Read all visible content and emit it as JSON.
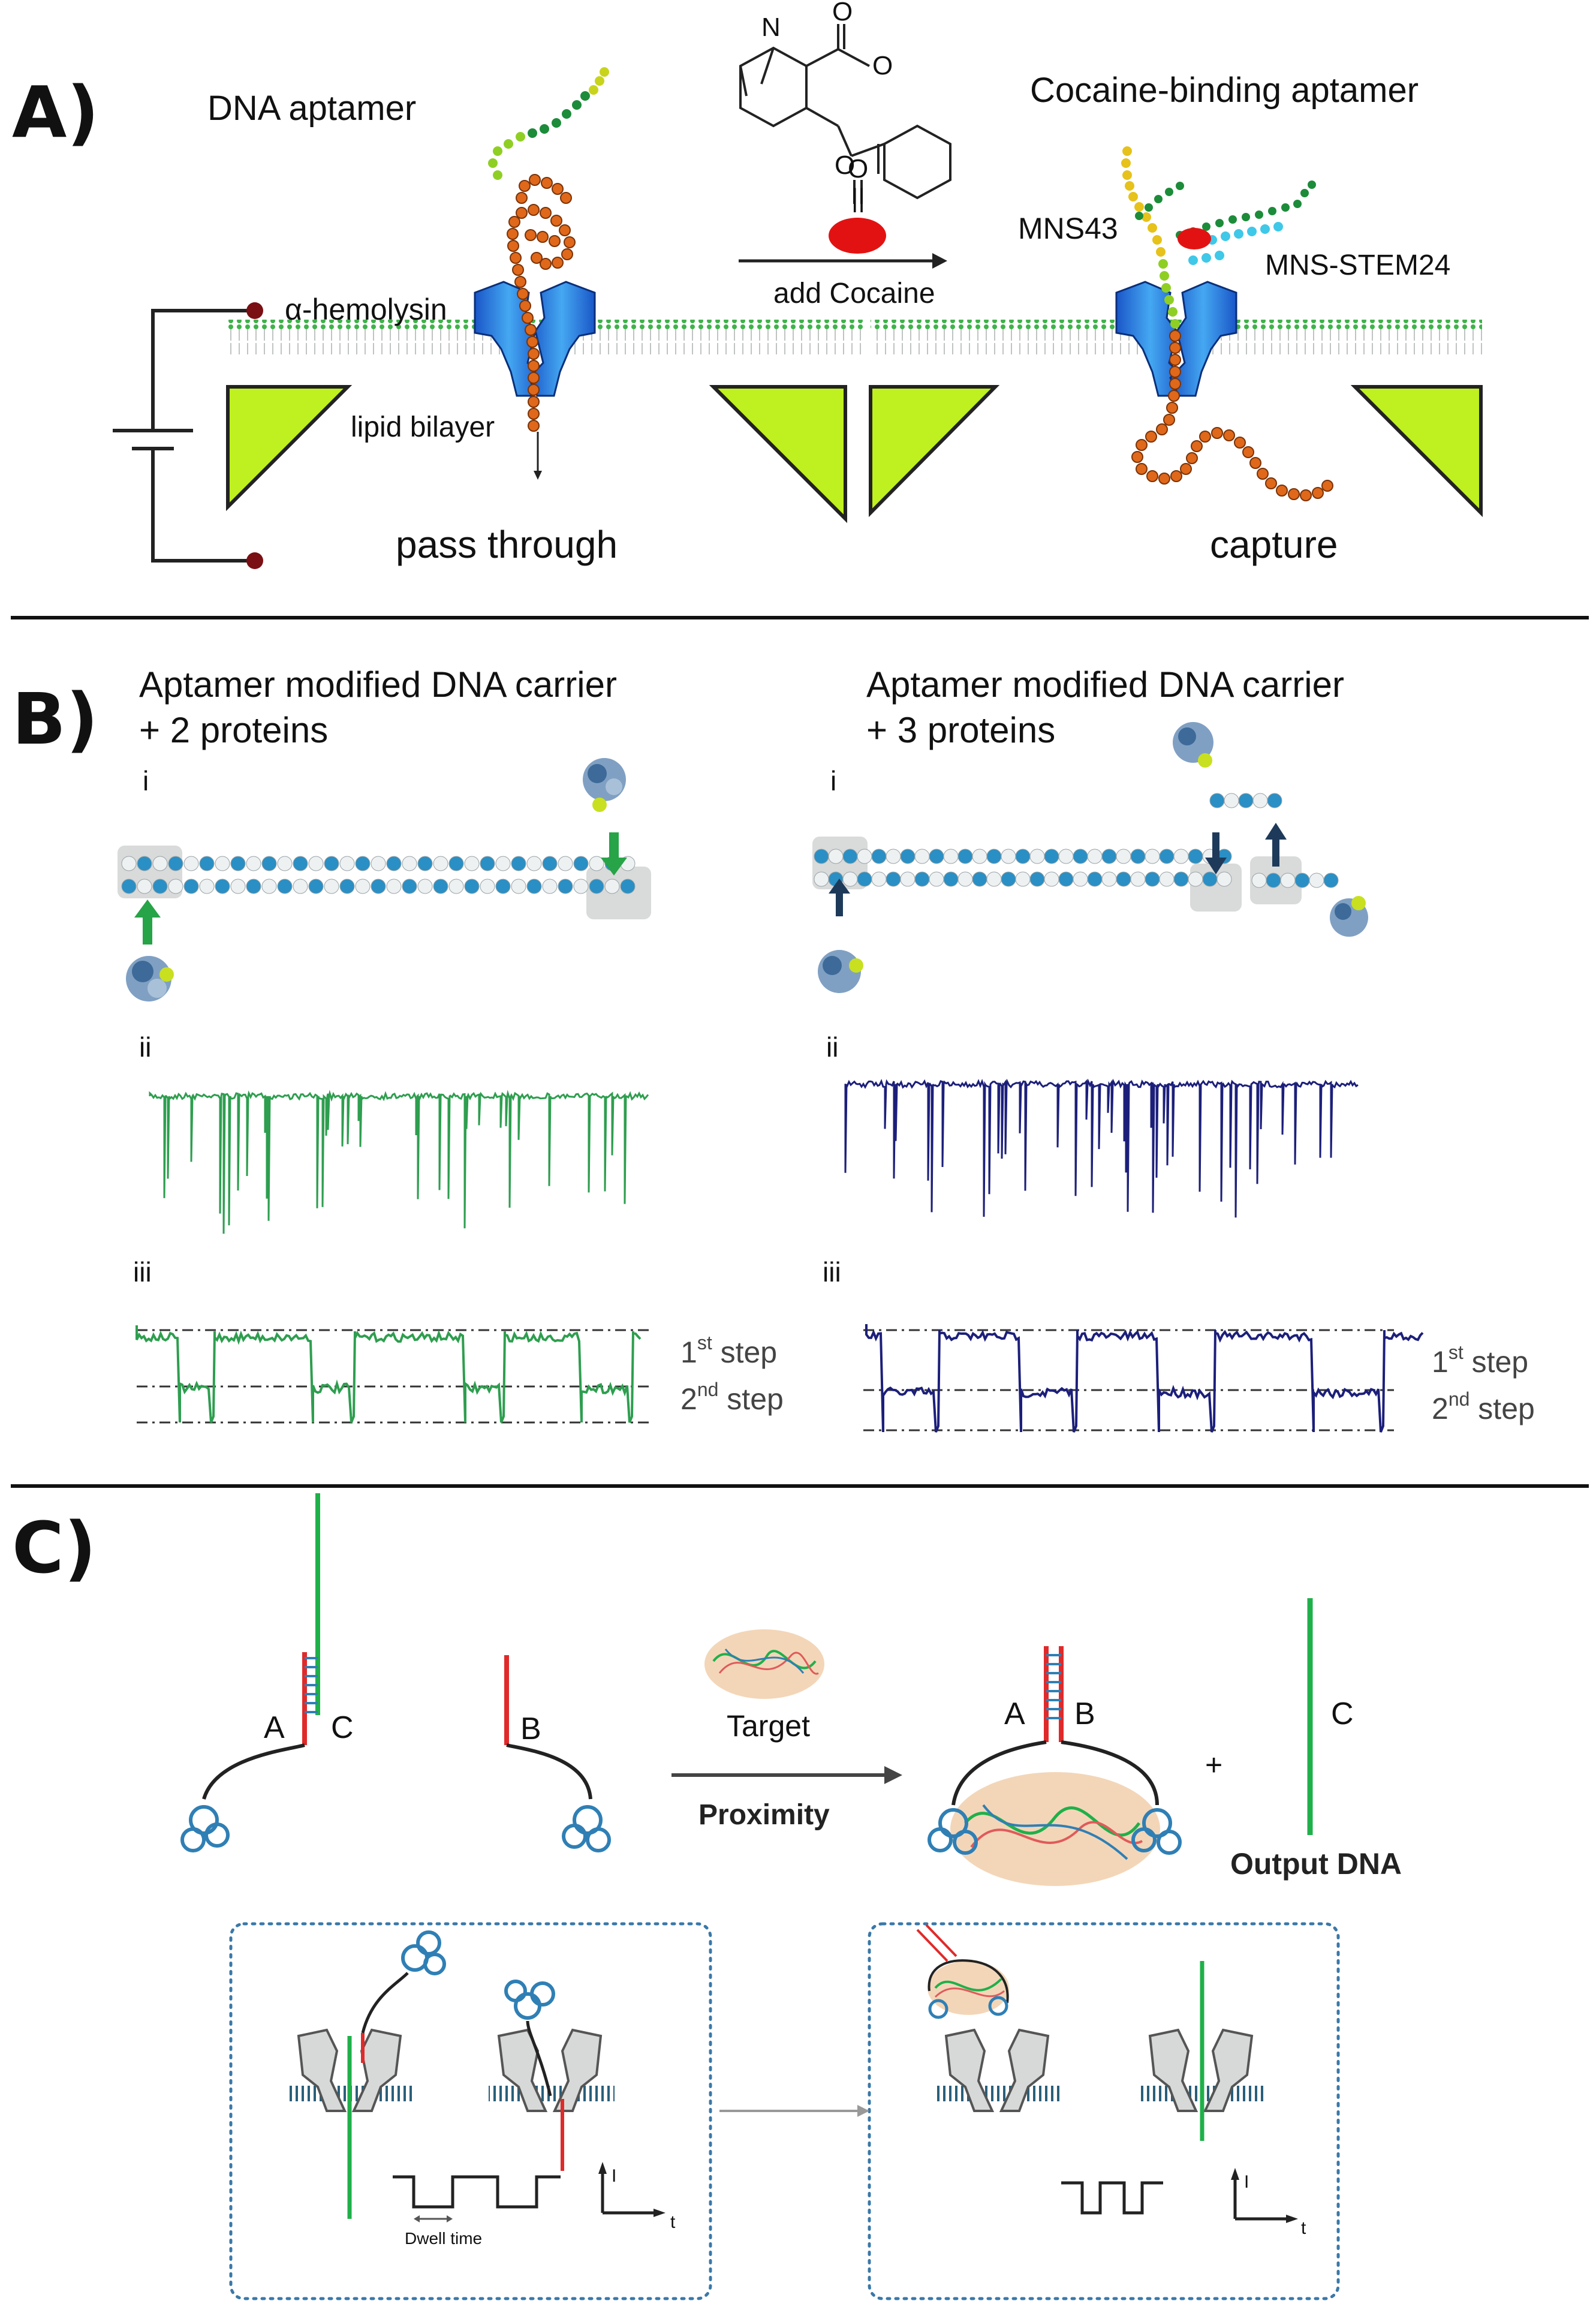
{
  "panel_a": {
    "letter": "A)",
    "dna_aptamer": "DNA aptamer",
    "alpha_hemolysin": "α-hemolysin",
    "lipid_bilayer": "lipid bilayer",
    "pass_through": "pass through",
    "add_cocaine": "add Cocaine",
    "cocaine_binding_aptamer": "Cocaine-binding aptamer",
    "mns43": "MNS43",
    "mns_stem24": "MNS-STEM24",
    "capture": "capture",
    "chem": {
      "n": "N",
      "o_ester1": "O",
      "o_ester2": "O",
      "o_benzoyl_link": "O",
      "o_carbonyl": "O",
      "equals": "||"
    }
  },
  "panel_b": {
    "letter": "B)",
    "left": {
      "title1": "Aptamer modified DNA carrier",
      "title2": "+ 2 proteins",
      "i": "i",
      "ii": "ii",
      "iii": "iii",
      "step1_num": "1",
      "step1_sup": "st",
      "step1_word": " step",
      "step2_num": "2",
      "step2_sup": "nd",
      "step2_word": " step"
    },
    "right": {
      "title1": "Aptamer modified DNA carrier",
      "title2": "+ 3 proteins",
      "i": "i",
      "ii": "ii",
      "iii": "iii",
      "step1_num": "1",
      "step1_sup": "st",
      "step1_word": " step",
      "step2_num": "2",
      "step2_sup": "nd",
      "step2_word": " step"
    },
    "colors": {
      "left_trace": "#2e9e4f",
      "right_trace": "#1c1f7a"
    }
  },
  "panel_c": {
    "letter": "C)",
    "a_left": "A",
    "c_left": "C",
    "b_left": "B",
    "target": "Target",
    "proximity": "Proximity",
    "a_right": "A",
    "b_right": "B",
    "plus": "+",
    "c_right": "C",
    "output_dna": "Output DNA",
    "dwell_time": "Dwell time",
    "axis_i_left": "I",
    "axis_t_left": "t",
    "axis_i_right": "I",
    "axis_t_right": "t",
    "colors": {
      "strand_green": "#1fb04a",
      "strand_red": "#e02a2a",
      "aptamer_blue": "#2f7fb5"
    }
  }
}
